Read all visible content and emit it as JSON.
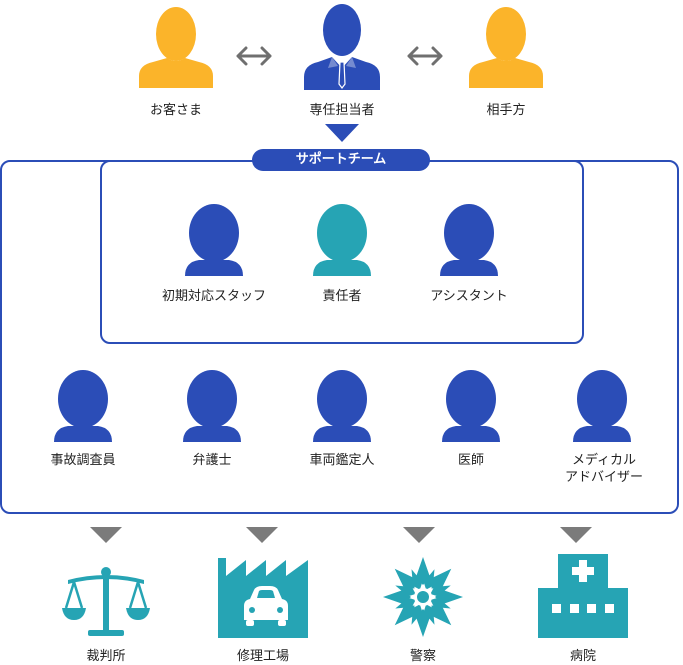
{
  "colors": {
    "customer": "#fbb42a",
    "staff": "#2b4db7",
    "leader": "#26a4b4",
    "facility": "#26a4b4",
    "arrow": "#7b7b7b",
    "frame": "#2b4db7"
  },
  "top_row": {
    "customer_label": "お客さま",
    "agent_label": "専任担当者",
    "counterparty_label": "相手方"
  },
  "support_team": {
    "badge": "サポートチーム",
    "inner": [
      {
        "label": "初期対応スタッフ"
      },
      {
        "label": "責任者"
      },
      {
        "label": "アシスタント"
      }
    ],
    "outer": [
      {
        "label": "事故調査員"
      },
      {
        "label": "弁護士"
      },
      {
        "label": "車両鑑定人"
      },
      {
        "label": "医師"
      },
      {
        "label": "メディカル\nアドバイザー"
      }
    ]
  },
  "facilities": [
    {
      "label": "裁判所",
      "icon": "scales-icon"
    },
    {
      "label": "修理工場",
      "icon": "factory-icon"
    },
    {
      "label": "警察",
      "icon": "police-emblem-icon"
    },
    {
      "label": "病院",
      "icon": "hospital-icon"
    }
  ]
}
